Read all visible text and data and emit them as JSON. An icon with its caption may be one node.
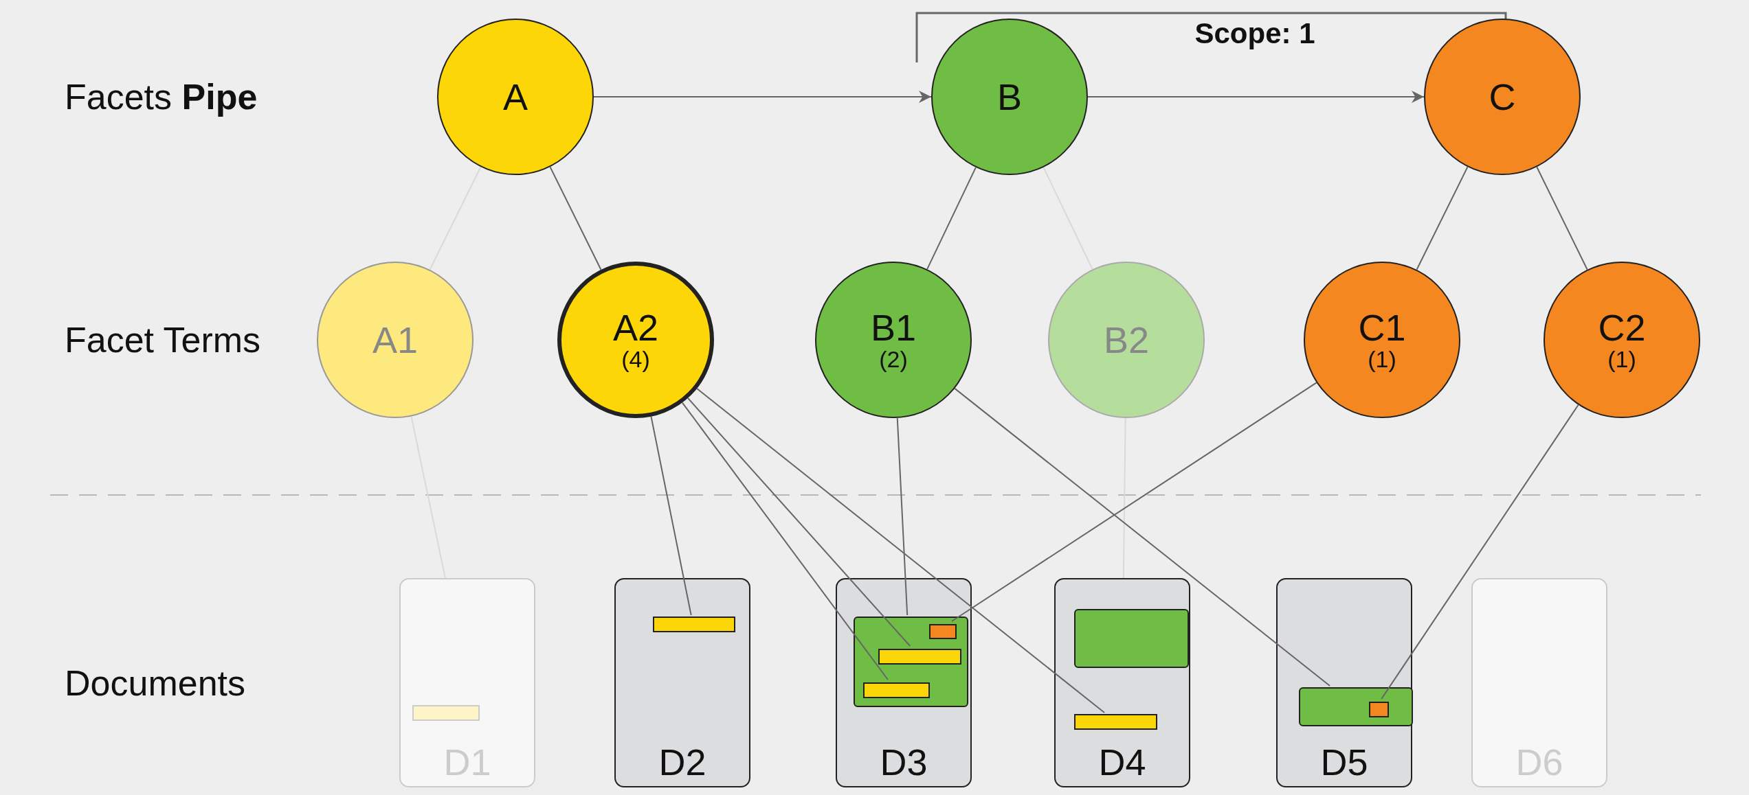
{
  "diagram": {
    "nodes": [
      {
        "text": [
          "A"
        ]
      },
      {
        "text": [
          "B"
        ]
      },
      {
        "text": [
          "C"
        ]
      },
      {
        "text": [
          "A1"
        ]
      },
      {
        "text": [
          "A2",
          "(4)"
        ]
      },
      {
        "text": [
          "B1",
          "(2)"
        ]
      },
      {
        "text": [
          "B2"
        ]
      },
      {
        "text": [
          "C1",
          "(1)"
        ]
      },
      {
        "text": [
          "C2",
          "(1)"
        ]
      },
      {
        "text": [
          "D1"
        ]
      },
      {
        "text": [
          "D2"
        ]
      },
      {
        "text": [
          "D3"
        ]
      },
      {
        "text": [
          "D4"
        ]
      },
      {
        "text": [
          "D5"
        ]
      },
      {
        "text": [
          "D6"
        ]
      },
      {
        "text": [],
        "shape": "bar",
        "in": 9
      },
      {
        "text": [],
        "shape": "bar",
        "in": 10
      },
      {
        "text": [],
        "shape": "box",
        "in": 11
      },
      {
        "text": [],
        "shape": "bar",
        "in": 17
      },
      {
        "text": [],
        "shape": "bar",
        "in": 17
      },
      {
        "text": [],
        "shape": "bar",
        "in": 17
      },
      {
        "text": [],
        "shape": "box",
        "in": 12
      },
      {
        "text": [],
        "shape": "bar",
        "in": 12
      },
      {
        "text": [],
        "shape": "box",
        "in": 13
      },
      {
        "text": [],
        "shape": "bar",
        "in": 23
      }
    ],
    "edges": [
      {
        "from": 0,
        "to": 1,
        "arrow": "to"
      },
      {
        "from": 1,
        "to": 2,
        "arrow": "to"
      },
      {
        "from": 0,
        "to": 3,
        "arrow": "none",
        "color": "#d9d9d9"
      },
      {
        "from": 0,
        "to": 4,
        "arrow": "none"
      },
      {
        "from": 1,
        "to": 5,
        "arrow": "none"
      },
      {
        "from": 1,
        "to": 6,
        "arrow": "none",
        "color": "#d9d9d9"
      },
      {
        "from": 2,
        "to": 7,
        "arrow": "none"
      },
      {
        "from": 2,
        "to": 8,
        "arrow": "none"
      },
      {
        "from": 3,
        "to": 9,
        "arrow": "none",
        "color": "#d9d9d9"
      },
      {
        "from": 4,
        "to": 16,
        "arrow": "none"
      },
      {
        "from": 4,
        "to": 19,
        "arrow": "none"
      },
      {
        "from": 4,
        "to": 20,
        "arrow": "none"
      },
      {
        "from": 4,
        "to": 22,
        "arrow": "none"
      },
      {
        "from": 5,
        "to": 17,
        "arrow": "none"
      },
      {
        "from": 5,
        "to": 23,
        "arrow": "none"
      },
      {
        "from": 6,
        "to": 12,
        "arrow": "none",
        "color": "#d9d9d9"
      },
      {
        "from": 7,
        "to": 18,
        "arrow": "none"
      },
      {
        "from": 8,
        "to": 24,
        "arrow": "none"
      }
    ],
    "labels": [
      "Facets **Pipe**",
      "Scope: 1",
      "Facet Terms",
      "Documents"
    ]
  }
}
